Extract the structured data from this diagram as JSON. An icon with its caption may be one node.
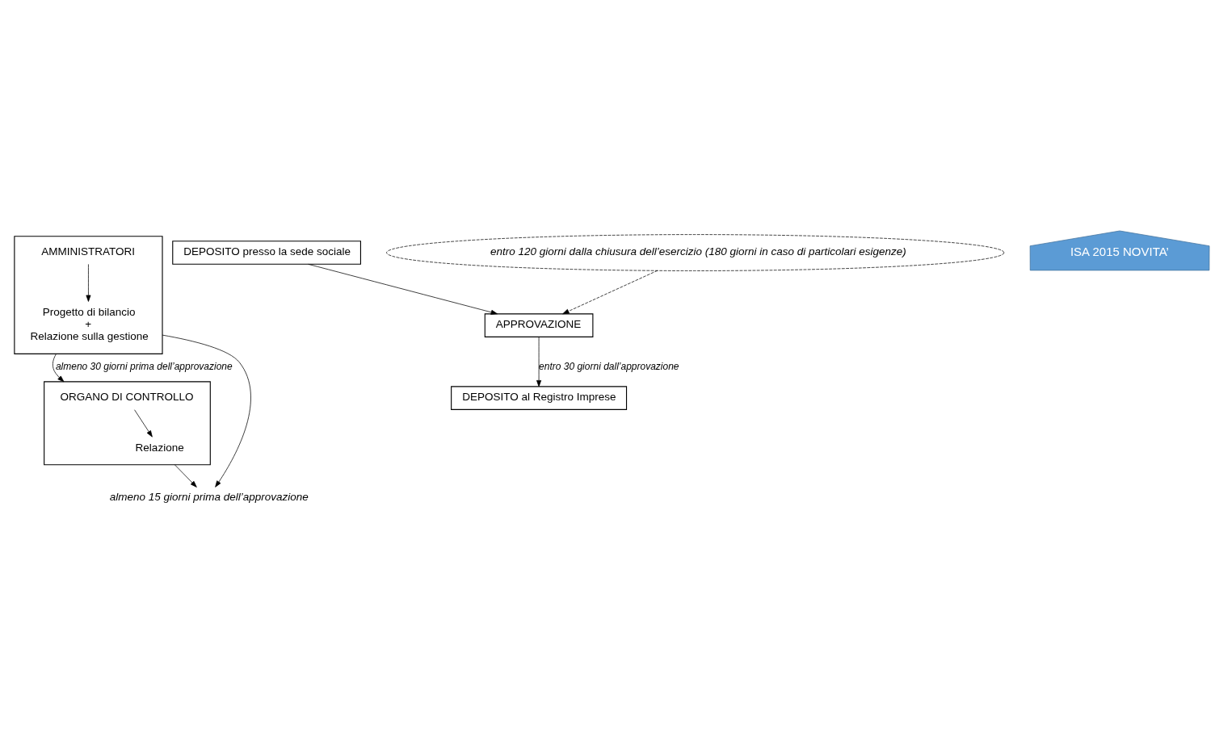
{
  "diagram": {
    "nodes": [
      {
        "text": [],
        "shape": "box"
      },
      {
        "text": [
          "AMMINISTRATORI"
        ],
        "in": 0
      },
      {
        "text": [
          "Progetto di bilancio",
          "+",
          "Relazione sulla gestione"
        ],
        "in": 0
      },
      {
        "text": [],
        "shape": "box"
      },
      {
        "text": [
          "ORGANO DI CONTROLLO"
        ],
        "in": 3
      },
      {
        "text": [
          "Relazione"
        ],
        "in": 3
      },
      {
        "text": [
          "almeno 15 giorni prima dell’approvazione"
        ]
      },
      {
        "text": [
          "DEPOSITO presso la sede sociale"
        ]
      },
      {
        "text": [
          "APPROVAZIONE"
        ]
      },
      {
        "text": [
          "entro 120 giorni dalla chiusura dell’esercizio (180 giorni in caso di particolari esigenze)"
        ]
      },
      {
        "text": [
          "DEPOSITO al Registro Imprese"
        ]
      },
      {
        "text": [
          "ISA 2015 NOVITA’"
        ]
      }
    ],
    "edges": [
      {
        "from": 1,
        "to": 2,
        "arrow": "to"
      },
      {
        "from": 4,
        "to": 5,
        "arrow": "to"
      },
      {
        "from": 0,
        "to": 3,
        "arrow": "to",
        "label": "almeno 30 giorni prima dell’approvazione"
      },
      {
        "from": 0,
        "to": 6,
        "arrow": "to"
      },
      {
        "from": 3,
        "to": 6,
        "arrow": "to"
      },
      {
        "from": 7,
        "to": 8,
        "arrow": "to"
      },
      {
        "from": 9,
        "to": 8,
        "arrow": "to",
        "style": "dashed"
      },
      {
        "from": 8,
        "to": 10,
        "arrow": "to",
        "label": "entro 30 giorni dall’approvazione"
      }
    ]
  }
}
